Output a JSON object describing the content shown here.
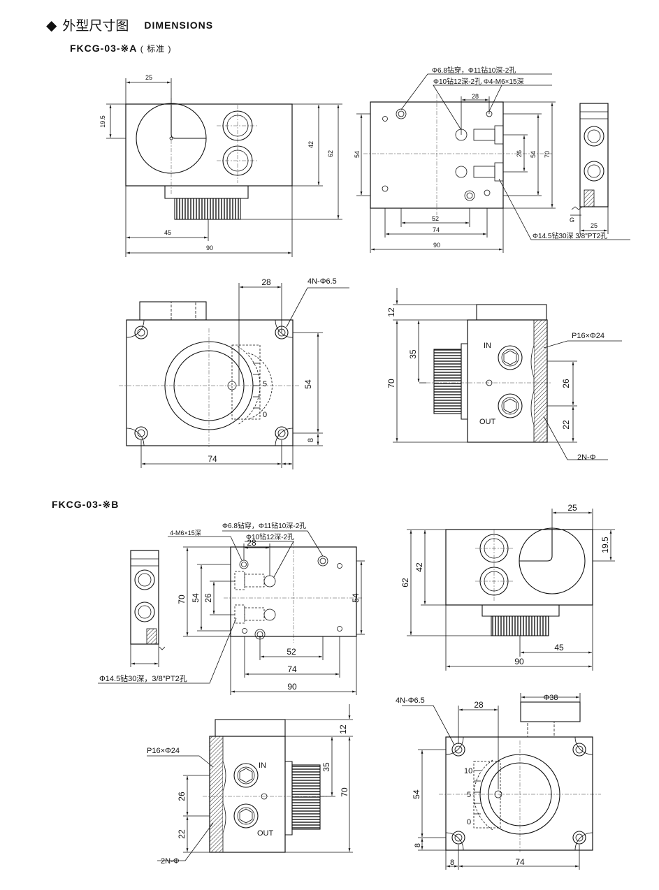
{
  "header": {
    "bullet": "◆",
    "title_zh": "外型尺寸图",
    "title_en": "DIMENSIONS"
  },
  "model_a": {
    "name": "FKCG-03-※A",
    "note": "( 标准 )"
  },
  "model_b": {
    "name": "FKCG-03-※B"
  },
  "dims_a_front": {
    "d25": "25",
    "d19_5": "19.5",
    "d42": "42",
    "d62": "62",
    "d45": "45",
    "d90": "90"
  },
  "dims_a_top": {
    "callout1": "Φ6.8钻穿，Φ11钻10深-2孔",
    "callout2": "Φ10钻12深-2孔  Φ4-M6×15深",
    "d28": "28",
    "d54l": "54",
    "d26": "26",
    "d54r": "54",
    "d70": "70",
    "d52": "52",
    "d74": "74",
    "d90": "90",
    "callout3": "Φ14.5钻30深  3/8\"PT2孔"
  },
  "dims_a_side": {
    "g": "G",
    "d25": "25"
  },
  "dims_a_plan": {
    "d28": "28",
    "holes": "4N-Φ6.5",
    "d54": "54",
    "d8": "8",
    "d74": "74",
    "s5": "5",
    "s0": "0"
  },
  "dims_a_port": {
    "d12": "12",
    "d35": "35",
    "d70": "70",
    "d26": "26",
    "d22": "22",
    "in": "IN",
    "out": "OUT",
    "p": "P16×Φ24",
    "n": "2N-Φ"
  },
  "dims_b_top": {
    "callout_m": "4-M6×15深",
    "callout1": "Φ6.8钻穿，Φ11钻10深-2孔",
    "callout2": "Φ10钻12深-2孔",
    "d28": "28",
    "d70": "70",
    "d54l": "54",
    "d26": "26",
    "d54r": "54",
    "d52": "52",
    "d74": "74",
    "d90": "90",
    "callout3": "Φ14.5钻30深，3/8\"PT2孔"
  },
  "dims_b_front": {
    "d25": "25",
    "d19_5": "19.5",
    "d42": "42",
    "d62": "62",
    "d45": "45",
    "d90": "90"
  },
  "dims_b_port": {
    "p": "P16×Φ24",
    "in": "IN",
    "out": "OUT",
    "d12": "12",
    "d35": "35",
    "d70": "70",
    "d26": "26",
    "d22": "22",
    "n": "2N-Φ"
  },
  "dims_b_plan": {
    "holes": "4N-Φ6.5",
    "d28": "28",
    "d38": "Φ38",
    "d54": "54",
    "d8v": "8",
    "d8h": "8",
    "d74": "74",
    "s10": "10",
    "s5": "5",
    "s0": "0"
  }
}
